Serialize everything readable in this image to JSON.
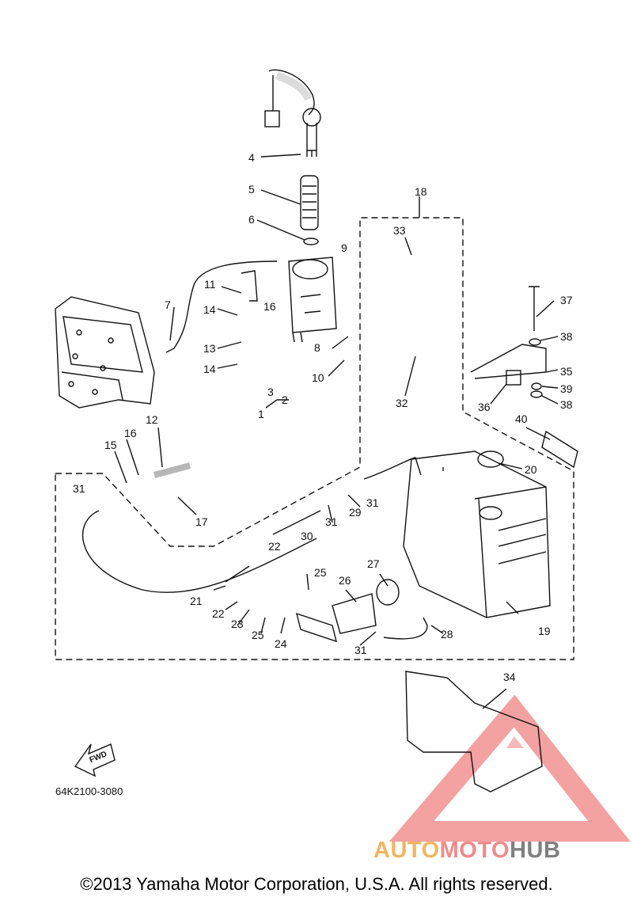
{
  "copyright": "©2013 Yamaha Motor Corporation, U.S.A. All rights reserved.",
  "part_code": "64K2100-3080",
  "fwd_label": "FWD",
  "watermark": {
    "auto": "AUTO",
    "moto": "MOTO",
    "hub": "HUB",
    "colors": {
      "auto": "#f2b660",
      "moto": "#f08a8a",
      "hub": "#808080",
      "triangle": "#f08a8a"
    }
  },
  "callouts": {
    "c1": "1",
    "c2": "2",
    "c3": "3",
    "c4": "4",
    "c5": "5",
    "c6": "6",
    "c7": "7",
    "c8": "8",
    "c9": "9",
    "c10": "10",
    "c11": "11",
    "c12": "12",
    "c13": "13",
    "c14a": "14",
    "c14b": "14",
    "c15": "15",
    "c16a": "16",
    "c16b": "16",
    "c17": "17",
    "c18": "18",
    "c19": "19",
    "c20": "20",
    "c21": "21",
    "c22a": "22",
    "c22b": "22",
    "c23": "23",
    "c24": "24",
    "c25a": "25",
    "c25b": "25",
    "c26": "26",
    "c27": "27",
    "c28": "28",
    "c29": "29",
    "c30": "30",
    "c31a": "31",
    "c31b": "31",
    "c31c": "31",
    "c31d": "31",
    "c32": "32",
    "c33": "33",
    "c34": "34",
    "c35": "35",
    "c36": "36",
    "c37": "37",
    "c38a": "38",
    "c38b": "38",
    "c39": "39",
    "c40": "40"
  }
}
